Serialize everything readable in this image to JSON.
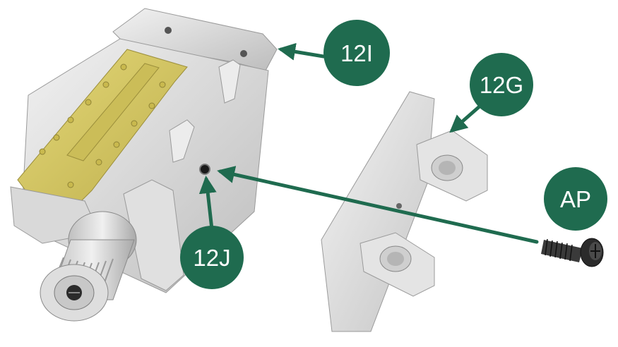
{
  "labels": {
    "part_12I": "12I",
    "part_12G": "12G",
    "part_12J": "12J",
    "part_AP": "AP"
  },
  "colors": {
    "callout_fill": "#1f6b4f",
    "callout_text": "#ffffff",
    "arrow": "#1f6b4f",
    "metal_light": "#e6e6e6",
    "metal_mid": "#c9c9c9",
    "metal_dark": "#9a9a9a",
    "yellow_plate": "#d8cc6a",
    "yellow_dark": "#b3a64a",
    "screw_dark": "#2b2b2b"
  }
}
